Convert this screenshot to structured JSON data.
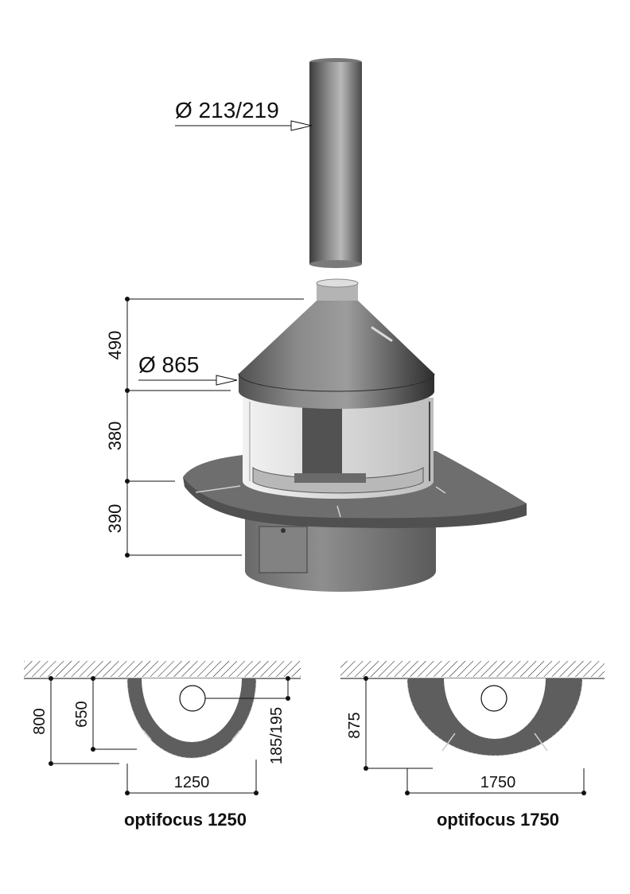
{
  "elevation": {
    "flue_diameter": "Ø 213/219",
    "hood_diameter": "Ø 865",
    "height_hood": "490",
    "height_glass": "380",
    "height_base": "390"
  },
  "plans": [
    {
      "depth_total": "800",
      "depth_hearth": "650",
      "offset": "185/195",
      "width": "1250",
      "caption": "optifocus 1250"
    },
    {
      "depth_total": "875",
      "width": "1750",
      "caption": "optifocus 1750"
    }
  ],
  "colors": {
    "metal_dark": "#3a3a3a",
    "metal_mid": "#6f6f6f",
    "metal_light": "#b5b5b5",
    "hearth": "#5d5d5d",
    "glass": "#e6e6e6"
  }
}
